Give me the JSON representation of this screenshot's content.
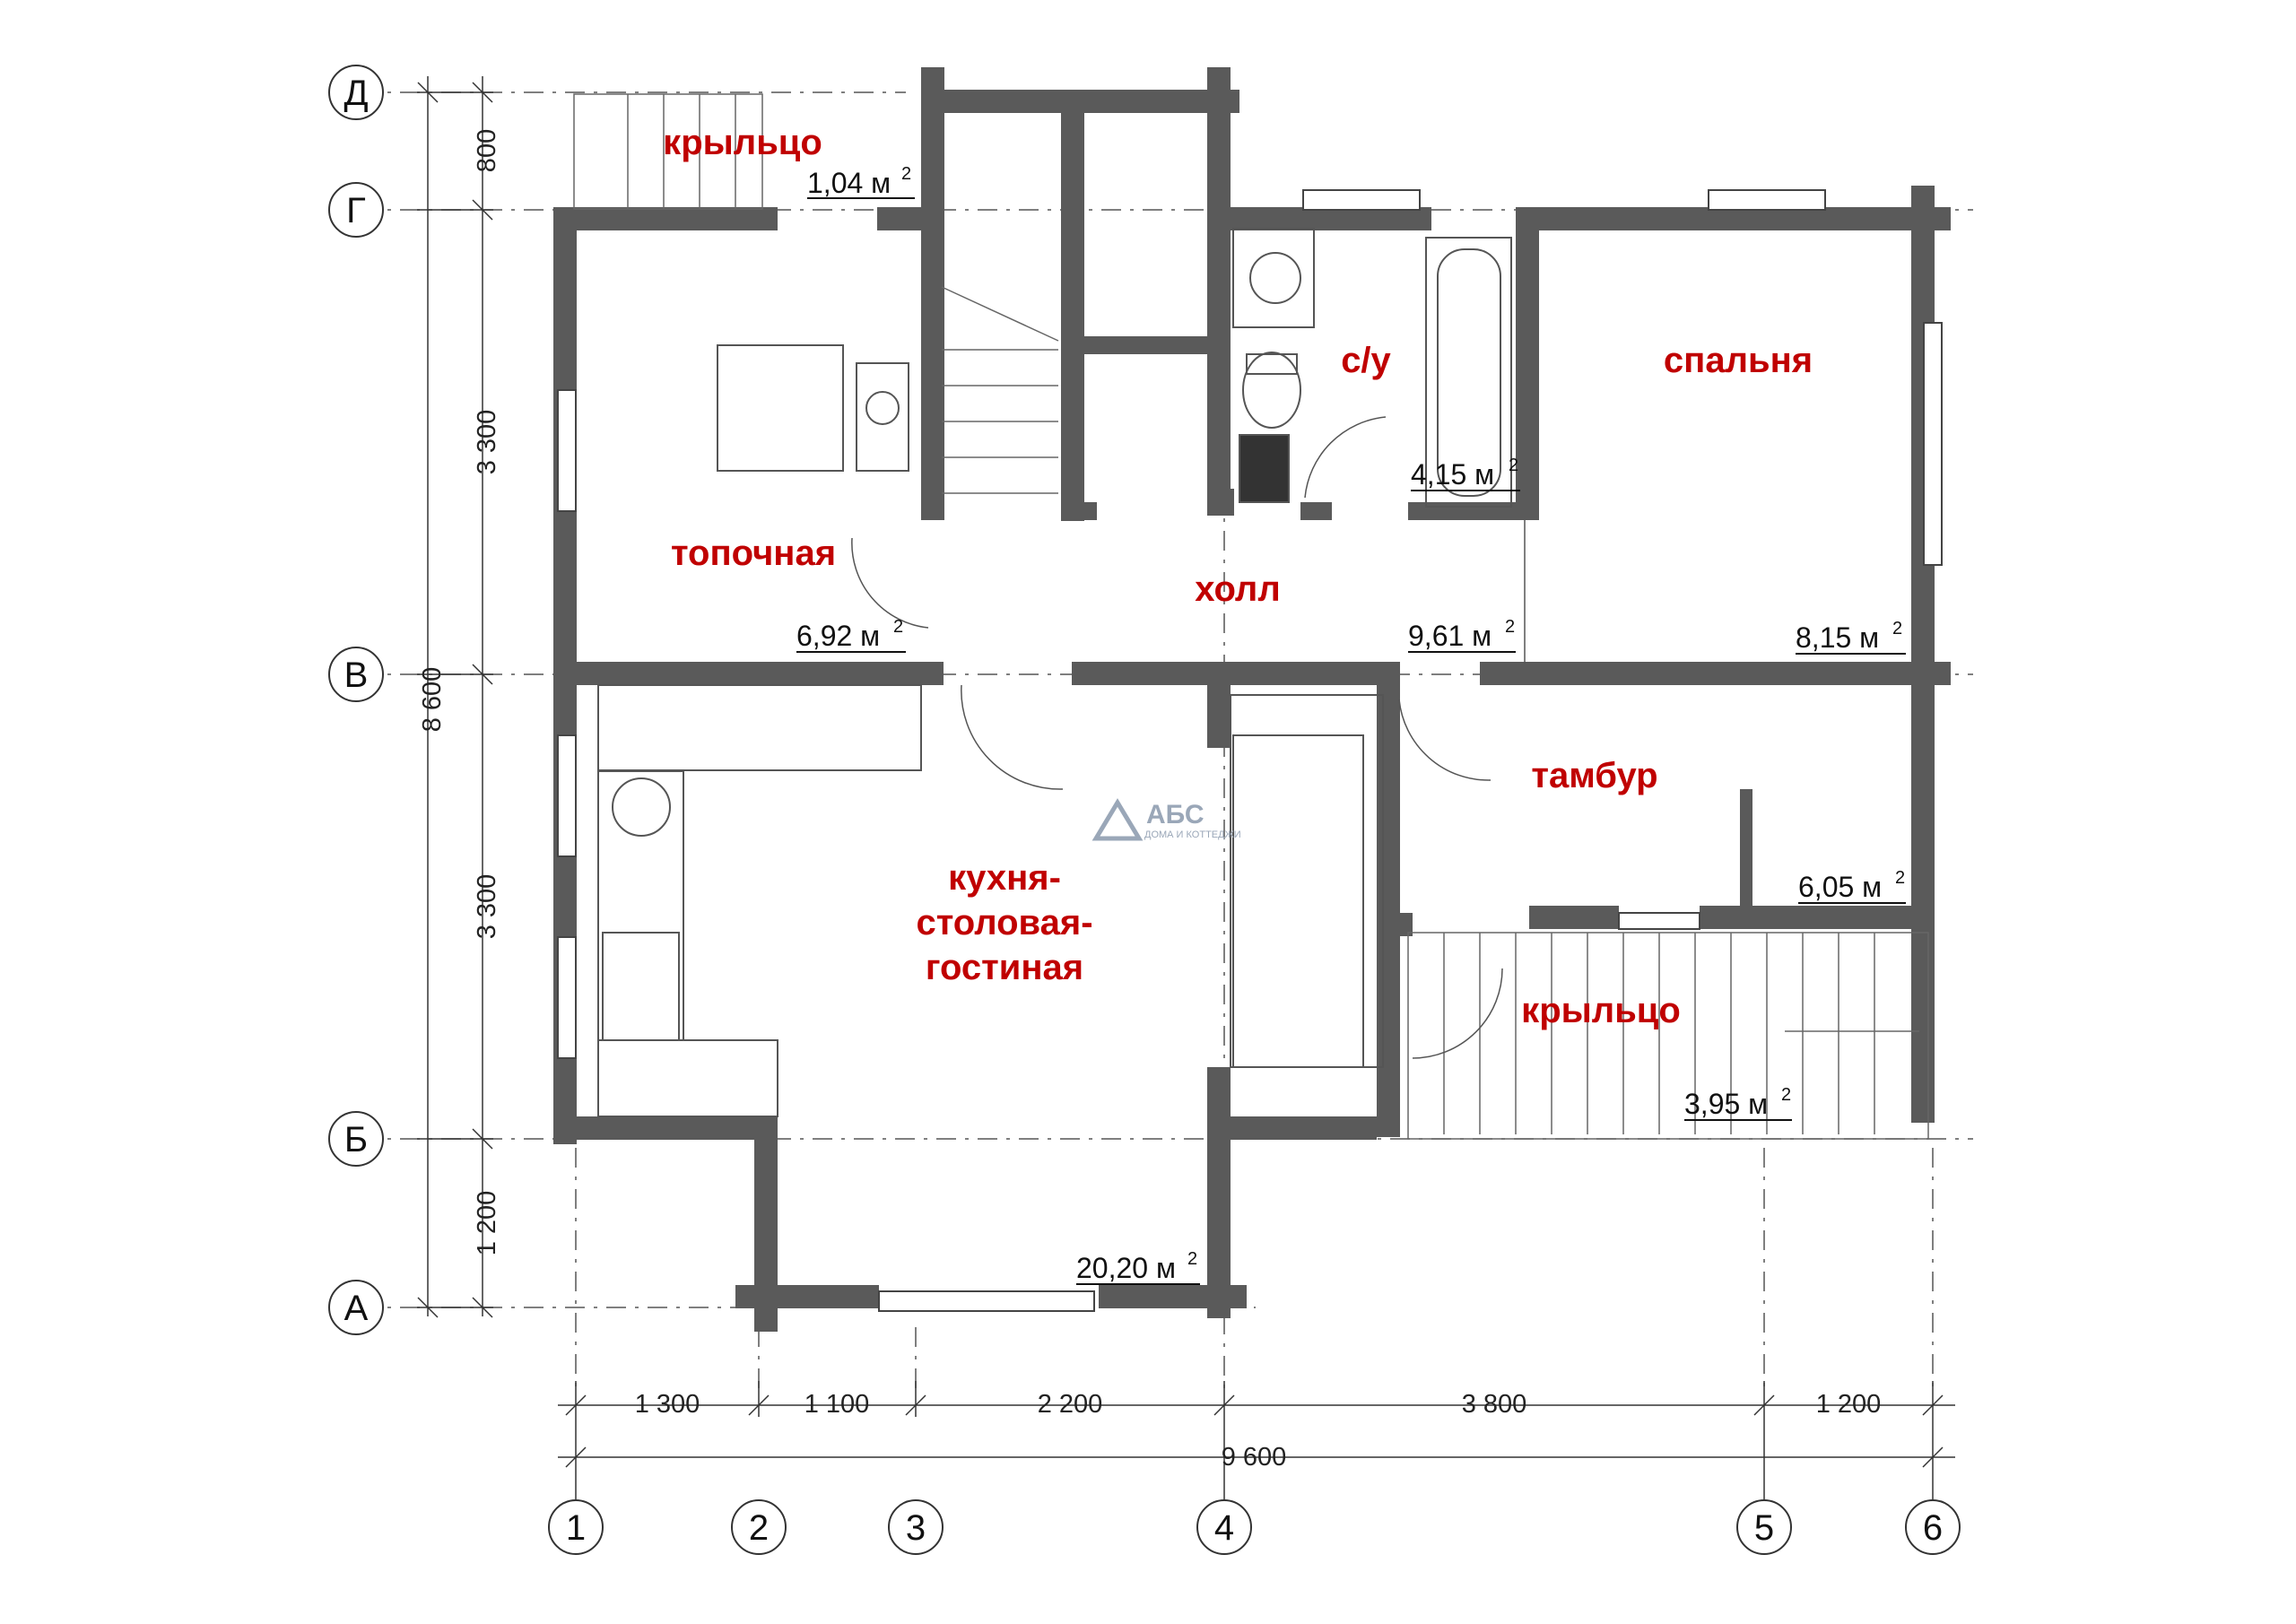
{
  "rooms": {
    "porch_top": {
      "name": "крыльцо",
      "area": "1,04 м",
      "sup": "2"
    },
    "firebox": {
      "name": "топочная",
      "area": "6,92 м",
      "sup": "2"
    },
    "bathroom": {
      "name": "с/у",
      "area": "4,15 м",
      "sup": "2"
    },
    "bedroom": {
      "name": "спальня",
      "area": "8,15 м",
      "sup": "2"
    },
    "hall": {
      "name": "холл",
      "area": "9,61 м",
      "sup": "2"
    },
    "vestibule": {
      "name": "тамбур",
      "area": "6,05 м",
      "sup": "2"
    },
    "kitchen": {
      "name_lines": [
        "кухня-",
        "столовая-",
        "гостиная"
      ],
      "area": "20,20 м",
      "sup": "2"
    },
    "porch_bottom": {
      "name": "крыльцо",
      "area": "3,95 м",
      "sup": "2"
    }
  },
  "axes": {
    "rows": [
      "Д",
      "Г",
      "В",
      "Б",
      "А"
    ],
    "columns": [
      "1",
      "2",
      "3",
      "4",
      "5",
      "6"
    ]
  },
  "dimensions": {
    "vertical": [
      "800",
      "3 300",
      "3 300",
      "1 200"
    ],
    "vertical_total": "8 600",
    "horizontal": [
      "1 300",
      "1 100",
      "2 200",
      "3 800",
      "1 200"
    ],
    "horizontal_total": "9 600"
  },
  "logo": {
    "text": "АБС",
    "subtitle": "ДОМА И КОТТЕДЖИ"
  },
  "colors": {
    "wall": "#5a5a5a",
    "label": "#c00000",
    "line": "#333333"
  }
}
